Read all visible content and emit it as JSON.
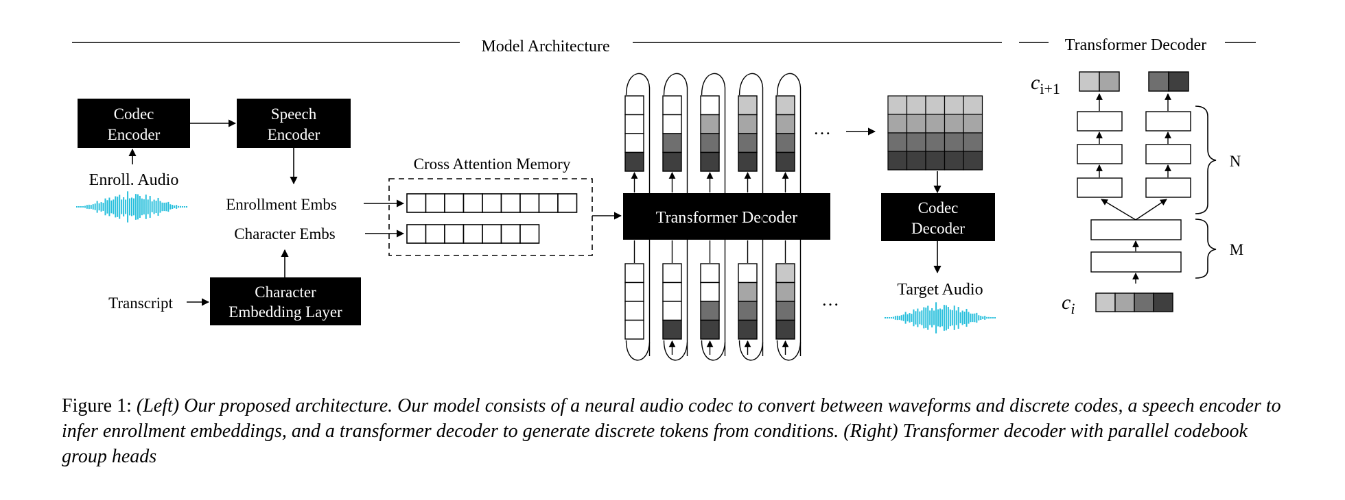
{
  "headers": {
    "model_architecture": "Model Architecture",
    "transformer_decoder": "Transformer Decoder"
  },
  "blocks": {
    "codec_encoder": [
      "Codec",
      "Encoder"
    ],
    "speech_encoder": [
      "Speech",
      "Encoder"
    ],
    "character_embedding_layer": [
      "Character",
      "Embedding Layer"
    ],
    "transformer_decoder": "Transformer Decoder",
    "codec_decoder": [
      "Codec",
      "Decoder"
    ]
  },
  "labels": {
    "enroll_audio": "Enroll. Audio",
    "enrollment_embs": "Enrollment Embs",
    "character_embs": "Character Embs",
    "transcript": "Transcript",
    "cross_attention_memory": "Cross Attention Memory",
    "target_audio": "Target Audio",
    "ellipsis": "…",
    "N": "N",
    "M": "M",
    "c_next_base": "c",
    "c_next_sub": "i+1",
    "c_cur_base": "c",
    "c_cur_sub": "i"
  },
  "memory": {
    "enrollment_cells": 9,
    "character_cells": 7
  },
  "colors": {
    "black": "#000000",
    "light_gray": "#c8c8c8",
    "mid_gray": "#a6a6a6",
    "dark_gray": "#6f6f6f",
    "darkest_gray": "#3f3f3f",
    "waveform": "#27bfdc"
  },
  "caption": {
    "prefix": "Figure 1: ",
    "text": "(Left) Our proposed architecture. Our model consists of a neural audio codec to convert between waveforms and discrete codes, a speech encoder to infer enrollment embeddings, and a transformer decoder to generate discrete tokens from conditions. (Right) Transformer decoder with parallel codebook group heads"
  }
}
